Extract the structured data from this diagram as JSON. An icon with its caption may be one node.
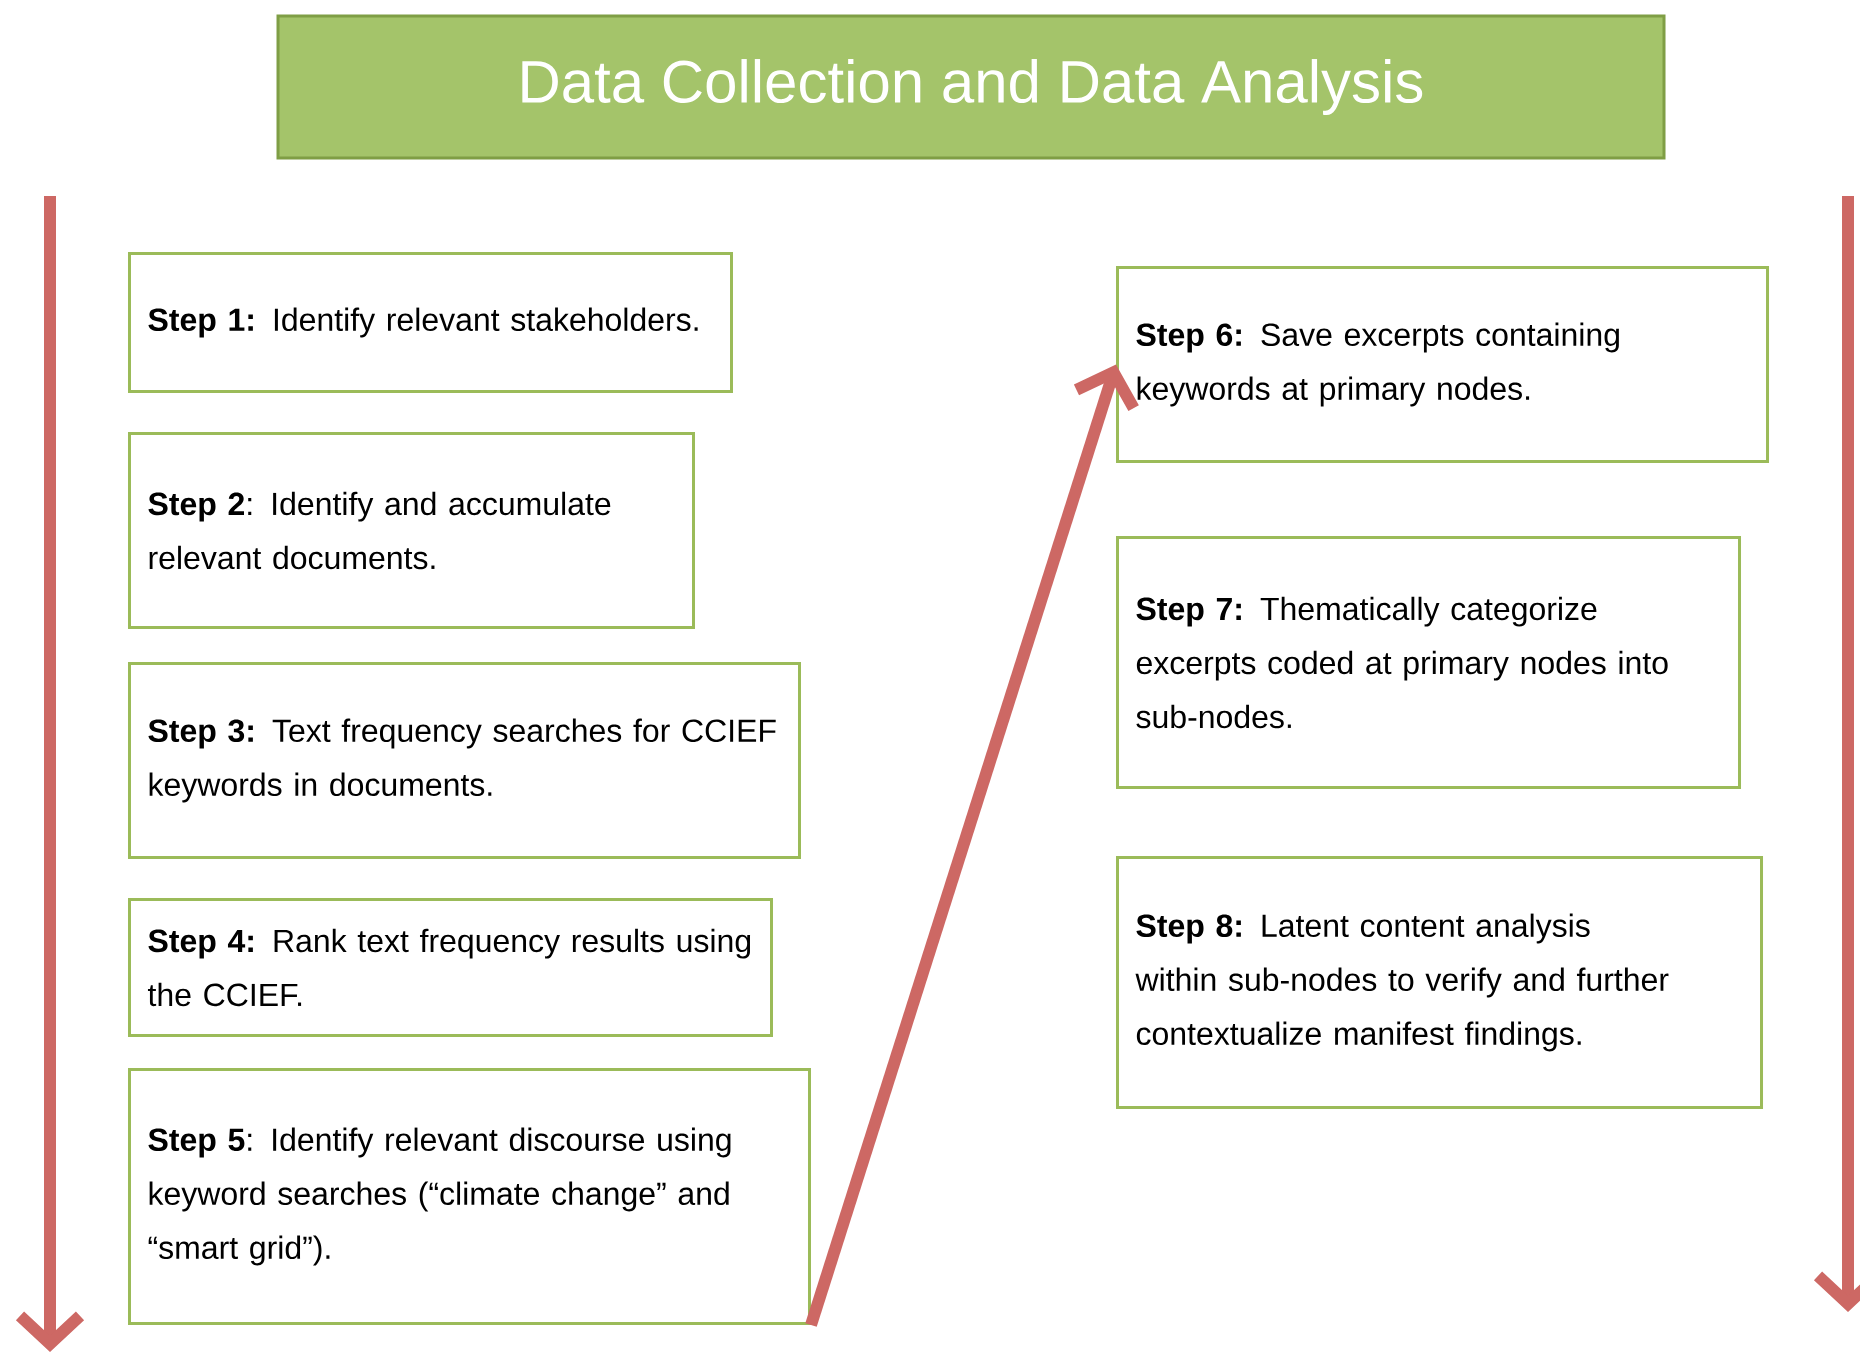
{
  "diagram": {
    "title": "Data Collection and Data Analysis",
    "nodes": [
      {
        "text": [
          "**Step 1:** Identify relevant stakeholders."
        ]
      },
      {
        "text": [
          "**Step 2**: Identify and accumulate relevant documents."
        ]
      },
      {
        "text": [
          "**Step 3:** Text frequency searches for CCIEF keywords in documents."
        ]
      },
      {
        "text": [
          "**Step 4:** Rank text frequency results using the CCIEF."
        ]
      },
      {
        "text": [
          "**Step 5**: Identify relevant discourse using keyword searches (“climate change” and “smart grid”)."
        ]
      },
      {
        "text": [
          "**Step 6:** Save excerpts containing keywords at primary nodes."
        ]
      },
      {
        "text": [
          "**Step 7:** Thematically categorize excerpts coded at primary nodes into sub-nodes."
        ]
      },
      {
        "text": [
          "**Step 8:** Latent content analysis within sub-nodes to verify and further contextualize manifest findings."
        ]
      }
    ],
    "edges": [
      {
        "from": 4,
        "to": 5,
        "arrow": "to"
      }
    ]
  }
}
